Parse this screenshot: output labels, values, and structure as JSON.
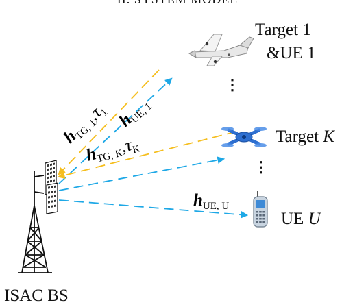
{
  "section_title": "II. SYSTEM MODEL",
  "labels": {
    "target_1": "Target 1",
    "ue_1": "&UE 1",
    "target_k_prefix": "Target",
    "target_k_index": "K",
    "ue_u_prefix": "UE",
    "ue_u_index": "U",
    "base_station": "ISAC BS"
  },
  "channels": {
    "h_tg_1": {
      "symbol": "h",
      "subscript": "TG, 1",
      "tau": "τ",
      "tau_sub": "1"
    },
    "h_ue_1": {
      "symbol": "h",
      "subscript": "UE, 1"
    },
    "h_tg_k": {
      "symbol": "h",
      "subscript": "TG, K",
      "tau": "τ",
      "tau_sub": "K"
    },
    "h_ue_u": {
      "symbol": "h",
      "subscript": "UE, U"
    }
  },
  "ellipsis": "⋮",
  "colors": {
    "sensing_link": "#F5BE1E",
    "communication_link": "#1EA8E6",
    "drone_body": "#2E6FD0",
    "tower": "#111111"
  }
}
